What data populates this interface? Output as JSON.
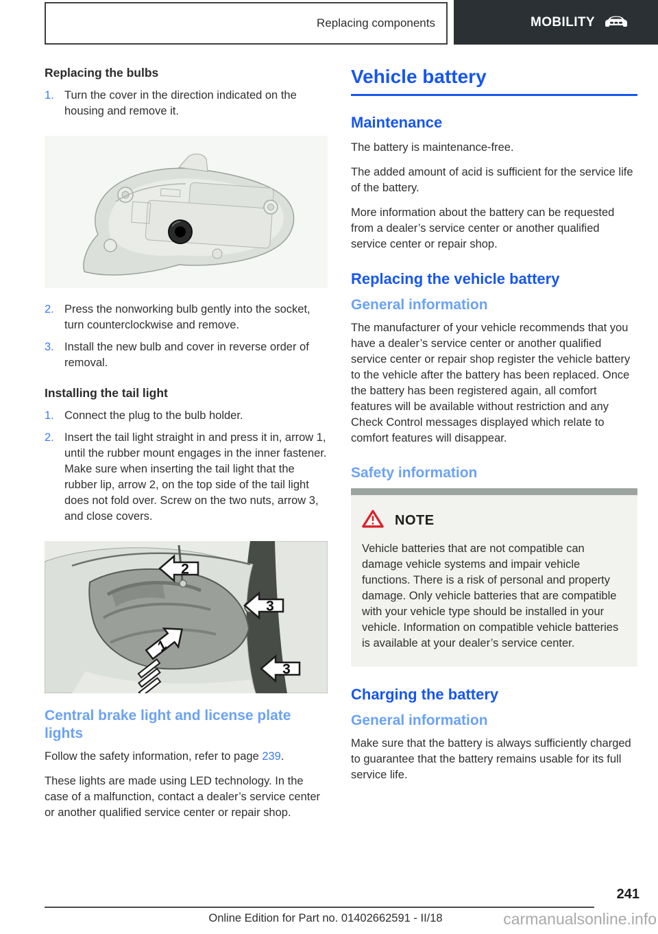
{
  "header": {
    "breadcrumb": "Replacing components",
    "chapter": "MOBILITY",
    "chapter_icon": "car-icon"
  },
  "left": {
    "bulbs_title": "Replacing the bulbs",
    "steps1": [
      {
        "num": "1.",
        "text": "Turn the cover in the direction indicated on the housing and remove it."
      }
    ],
    "steps2": [
      {
        "num": "2.",
        "text": "Press the nonworking bulb gently into the socket, turn counterclockwise and remove."
      },
      {
        "num": "3.",
        "text": "Install the new bulb and cover in reverse order of removal."
      }
    ],
    "install_title": "Installing the tail light",
    "steps3": [
      {
        "num": "1.",
        "text": "Connect the plug to the bulb holder."
      },
      {
        "num": "2.",
        "text": "Insert the tail light straight in and press it in, arrow 1, until the rubber mount engages in the inner fastener. Make sure when inserting the tail light that the rubber lip, arrow 2, on the top side of the tail light does not fold over. Screw on the two nuts, arrow 3, and close covers."
      }
    ],
    "central_title": "Central brake light and license plate lights",
    "central_p1_prefix": "Follow the safety information, refer to page ",
    "central_p1_link": "239",
    "central_p1_suffix": ".",
    "central_p2": "These lights are made using LED technology. In the case of a malfunction, contact a dealer’s service center or another qualified service center or repair shop."
  },
  "right": {
    "title": "Vehicle battery",
    "maintenance_title": "Maintenance",
    "maintenance_paras": [
      "The battery is maintenance-free.",
      "The added amount of acid is sufficient for the service life of the battery.",
      "More information about the battery can be requested from a dealer’s service center or another qualified service center or repair shop."
    ],
    "replacing_title": "Replacing the vehicle battery",
    "replacing_general_title": "General information",
    "replacing_general_para": "The manufacturer of your vehicle recommends that you have a dealer’s service center or another qualified service center or repair shop register the vehicle battery to the vehicle after the battery has been replaced. Once the battery has been registered again, all comfort features will be available without restriction and any Check Control messages displayed which relate to comfort features will disappear.",
    "safety_title": "Safety information",
    "note_label": "NOTE",
    "note_text": "Vehicle batteries that are not compatible can damage vehicle systems and impair vehicle functions. There is a risk of personal and property damage. Only vehicle batteries that are compatible with your vehicle type should be installed in your vehicle. Information on compatible vehicle batteries is available at your dealer’s service center.",
    "charging_title": "Charging the battery",
    "charging_general_title": "General information",
    "charging_general_para": "Make sure that the battery is always sufficiently charged to guarantee that the battery remains usable for its full service life."
  },
  "figures": {
    "fig2_arrows": [
      "2",
      "3",
      "1",
      "3"
    ]
  },
  "footer": {
    "page_number": "241",
    "edition": "Online Edition for Part no. 01402662591 - II/18",
    "watermark": "carmanualsonline.info"
  },
  "colors": {
    "accent_blue": "#1656ee",
    "light_blue": "#6ba2f3",
    "link_blue": "#3c79f3",
    "note_red": "#d8232a",
    "header_dark": "#2a3033",
    "note_bar_gray": "#9ba49f",
    "note_bg": "#f2f2ef"
  }
}
